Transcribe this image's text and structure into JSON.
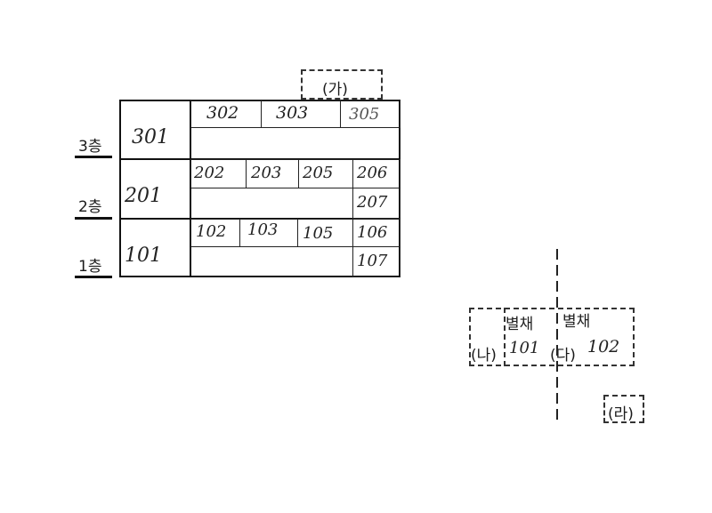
{
  "floors": [
    {
      "label": "3층"
    },
    {
      "label": "2층"
    },
    {
      "label": "1층"
    }
  ],
  "units": {
    "u301": "301",
    "u302": "302",
    "u303": "303",
    "u305": "305",
    "u201": "201",
    "u202": "202",
    "u203": "203",
    "u205": "205",
    "u206": "206",
    "u207": "207",
    "u101": "101",
    "u102": "102",
    "u103": "103",
    "u105": "105",
    "u106": "106",
    "u107": "107"
  },
  "tags": {
    "ga": "(가)",
    "na": "(나)",
    "da": "(다)",
    "ra": "(라)"
  },
  "annex": {
    "a_title": "별채",
    "a_num": "101",
    "b_title": "별채",
    "b_num": "102"
  }
}
